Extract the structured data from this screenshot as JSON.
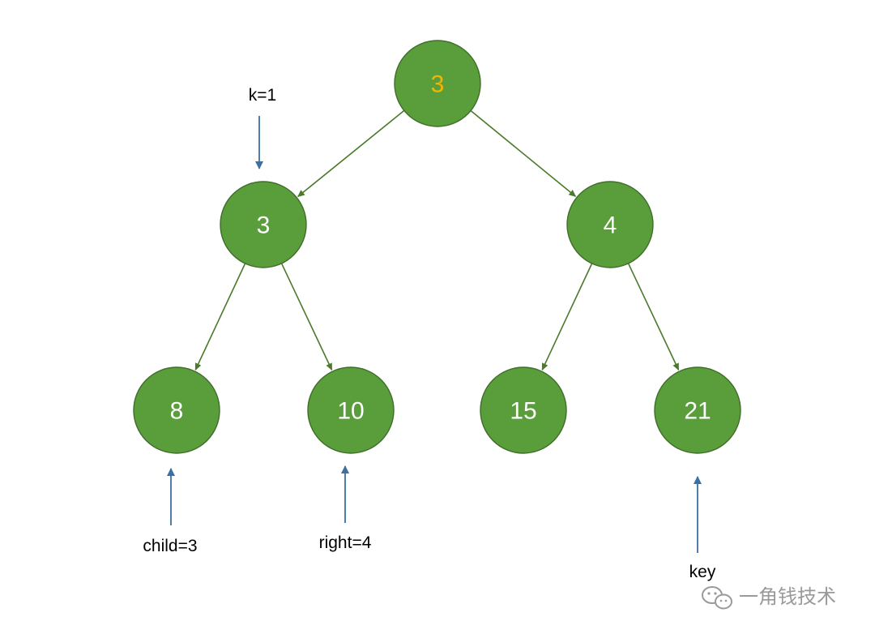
{
  "colors": {
    "node_fill": "#5a9e3b",
    "node_stroke": "#3f6d2a",
    "node_text": "#ffffff",
    "highlight_text": "#f5b400",
    "edge": "#4a7a2a",
    "pointer": "#3d6fa0",
    "watermark": "#9a9a9a"
  },
  "tree": {
    "nodes": [
      {
        "id": "n0",
        "value": "3",
        "highlight": true
      },
      {
        "id": "n1",
        "value": "3",
        "highlight": false
      },
      {
        "id": "n2",
        "value": "4",
        "highlight": false
      },
      {
        "id": "n3",
        "value": "8",
        "highlight": false
      },
      {
        "id": "n4",
        "value": "10",
        "highlight": false
      },
      {
        "id": "n5",
        "value": "15",
        "highlight": false
      },
      {
        "id": "n6",
        "value": "21",
        "highlight": false
      }
    ],
    "edges": [
      {
        "from": "n0",
        "to": "n1"
      },
      {
        "from": "n0",
        "to": "n2"
      },
      {
        "from": "n1",
        "to": "n3"
      },
      {
        "from": "n1",
        "to": "n4"
      },
      {
        "from": "n2",
        "to": "n5"
      },
      {
        "from": "n2",
        "to": "n6"
      }
    ]
  },
  "pointers": [
    {
      "label": "k=1",
      "target": "n1",
      "direction": "down"
    },
    {
      "label": "child=3",
      "target": "n3",
      "direction": "up"
    },
    {
      "label": "right=4",
      "target": "n4",
      "direction": "up"
    },
    {
      "label": "key",
      "target": "n6",
      "direction": "up"
    }
  ],
  "watermark": {
    "icon": "wechat-icon",
    "text": "一角钱技术"
  }
}
